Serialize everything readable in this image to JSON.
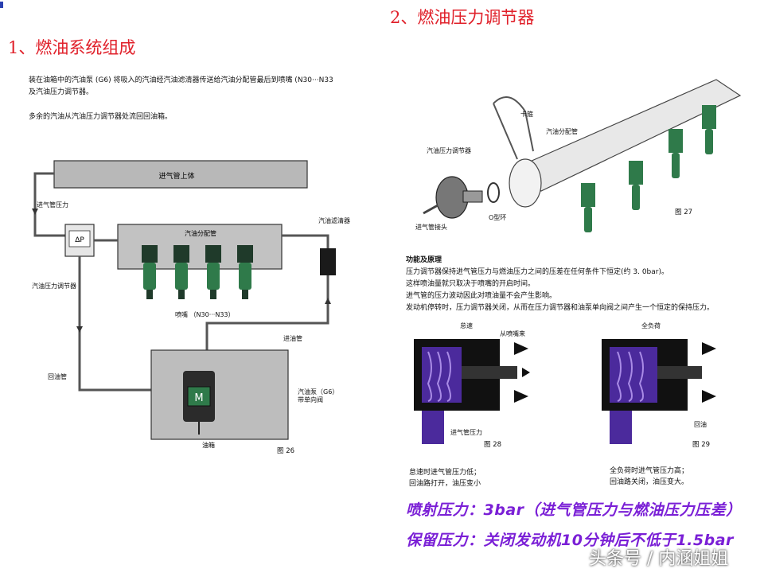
{
  "left": {
    "section_title": "1、燃油系统组成",
    "intro_line1": "装在油箱中的汽油泵 (G6) 将吸入的汽油经汽油滤清器传送给汽油分配管最后到喷嘴 (N30···N33",
    "intro_line2": "及汽油压力调节器。",
    "intro_line3": "多余的汽油从汽油压力调节器处流回回油箱。",
    "labels": {
      "intake_body": "进气管上体",
      "intake_pressure": "进气管压力",
      "regulator_symbol": "ΔP",
      "regulator": "汽油压力调节器",
      "distributor": "汽油分配管",
      "filter": "汽油滤清器",
      "injectors": "喷嘴 （N30···N33）",
      "supply_pipe": "进油管",
      "return_pipe": "回油管",
      "pump": "汽油泵（G6）",
      "check_valve": "带单向阀",
      "tank": "油箱",
      "motor": "M",
      "fig": "图 26"
    }
  },
  "right": {
    "section_title": "2、燃油压力调节器",
    "labels": {
      "clip": "卡箍",
      "distributor": "汽油分配管",
      "regulator": "汽油压力调节器",
      "intake_connector": "进气管接头",
      "o_ring": "O型环",
      "fig27": "图 27"
    },
    "function_title": "功能及原理",
    "function_lines": [
      "压力调节器保持进气管压力与燃油压力之间的压差在任何条件下恒定(约 3. 0bar)。",
      "这样喷油量就只取决于喷嘴的开启时间。",
      "进气管的压力波动因此对喷油量不会产生影响。",
      "发动机停转时，压力调节器关闭，从而在压力调节器和油泵单向阀之间产生一个恒定的保持压力。"
    ],
    "idle": {
      "title": "怠速",
      "from_injector": "从喷嘴来",
      "intake_pressure": "进气管压力",
      "fig": "图 28",
      "caption_line1": "怠速时进气管压力低；",
      "caption_line2": "回油路打开，油压变小"
    },
    "full": {
      "title": "全负荷",
      "return": "回油",
      "fig": "图 29",
      "caption_line1": "全负荷时进气管压力高；",
      "caption_line2": "回油路关闭，油压变大。"
    }
  },
  "handwriting": {
    "line1": "喷射压力：3bar（进气管压力与燃油压力压差）",
    "line2": "保留压力：关闭发动机10分钟后不低于1.5bar"
  },
  "watermark": "头条号 / 内涵姐姐",
  "colors": {
    "title_red": "#e0202a",
    "ink_purple": "#7a1fd6",
    "injector_green": "#2f7a4a",
    "regulator_purple": "#4b2a9c"
  }
}
